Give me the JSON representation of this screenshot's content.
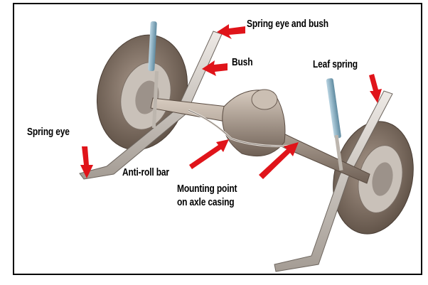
{
  "labels": {
    "spring_eye_and_bush": "Spring eye and bush",
    "bush": "Bush",
    "leaf_spring": "Leaf spring",
    "spring_eye": "Spring eye",
    "anti_roll_bar": "Anti-roll bar",
    "mounting_point_line1": "Mounting point",
    "mounting_point_line2": "on axle casing"
  },
  "colors": {
    "arrow": "#e0141a",
    "tyre": "#7a6a5c",
    "metal": "#cfcac4",
    "shock": "#8fb4c8"
  }
}
